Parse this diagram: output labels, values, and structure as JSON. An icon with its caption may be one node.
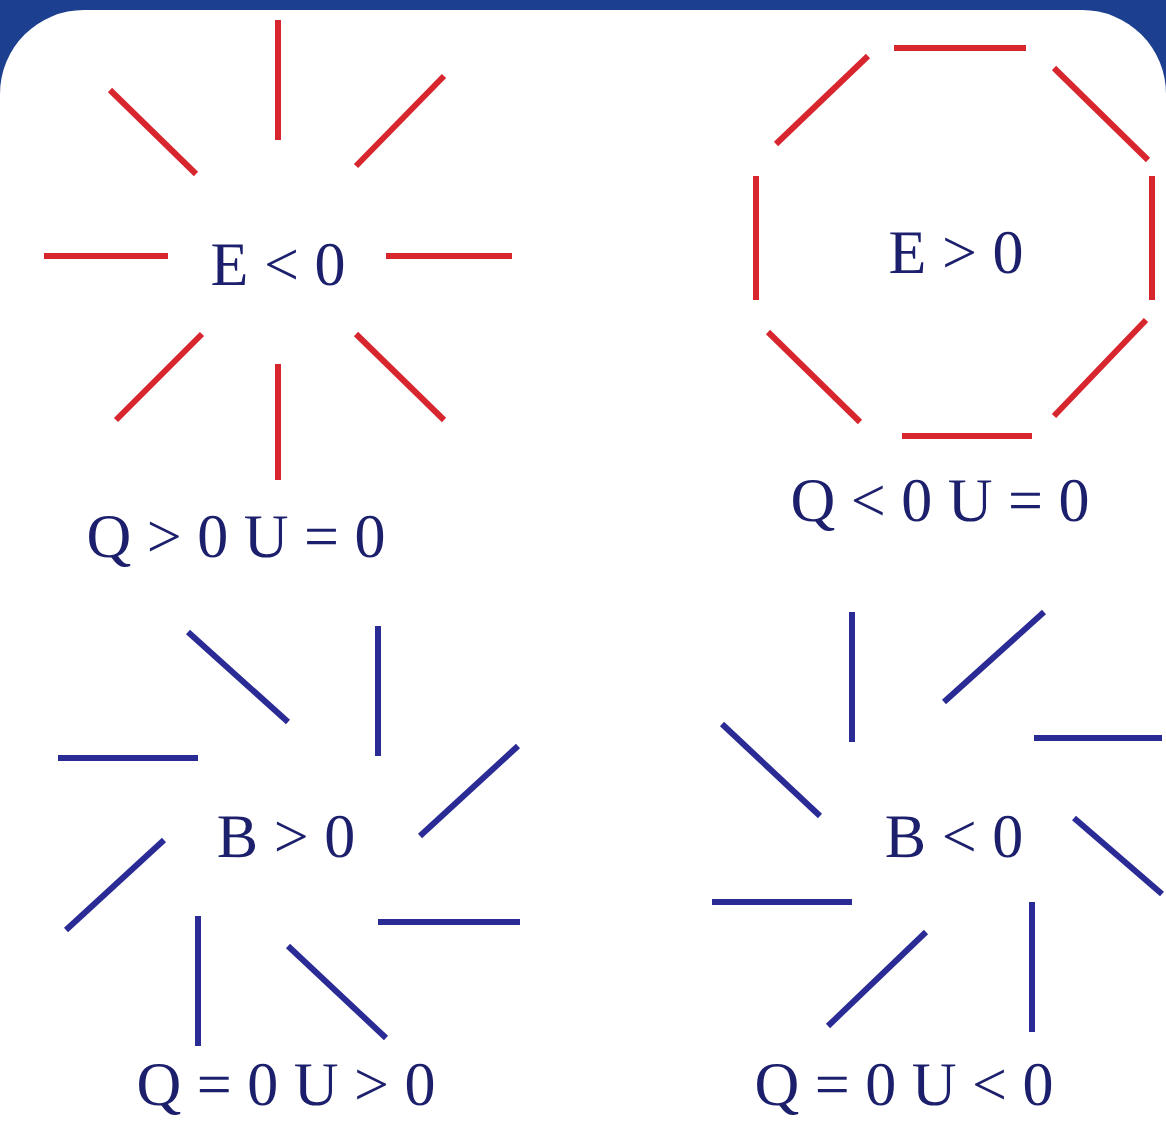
{
  "diagram": {
    "labels": [
      "E < 0",
      "E > 0",
      "Q > 0 U = 0",
      "Q < 0 U = 0",
      "B > 0",
      "B < 0",
      "Q = 0 U > 0",
      "Q = 0 U < 0"
    ]
  }
}
